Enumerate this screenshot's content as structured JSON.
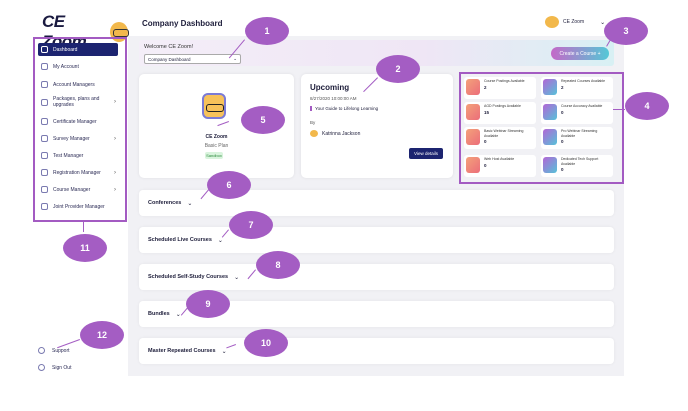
{
  "brand": {
    "name": "CE Zoom"
  },
  "header": {
    "title": "Company Dashboard",
    "user_name": "CE Zoom"
  },
  "sidebar": {
    "items": [
      {
        "label": "Dashboard",
        "active": true,
        "icon": "home-icon",
        "has_submenu": false
      },
      {
        "label": "My Account",
        "active": false,
        "icon": "user-icon",
        "has_submenu": false
      },
      {
        "label": "Account Managers",
        "active": false,
        "icon": "users-icon",
        "has_submenu": false
      },
      {
        "label": "Packages, plans and upgrades",
        "active": false,
        "icon": "package-icon",
        "has_submenu": true
      },
      {
        "label": "Certificate Manager",
        "active": false,
        "icon": "certificate-icon",
        "has_submenu": false
      },
      {
        "label": "Survey Manager",
        "active": false,
        "icon": "survey-icon",
        "has_submenu": true
      },
      {
        "label": "Test Manager",
        "active": false,
        "icon": "test-icon",
        "has_submenu": false
      },
      {
        "label": "Registration Manager",
        "active": false,
        "icon": "registration-icon",
        "has_submenu": true
      },
      {
        "label": "Course Manager",
        "active": false,
        "icon": "course-icon",
        "has_submenu": true
      },
      {
        "label": "Joint Provider Manager",
        "active": false,
        "icon": "partner-icon",
        "has_submenu": false
      }
    ],
    "bottom": [
      {
        "label": "Support",
        "icon": "help-icon"
      },
      {
        "label": "Sign Out",
        "icon": "sign-out-icon"
      }
    ]
  },
  "welcome": {
    "text": "Welcome CE Zoom!",
    "selected_view": "Company Dashboard",
    "create_button": "Create a Course +"
  },
  "plan": {
    "name": "CE Zoom",
    "type": "Basic Plan",
    "badge": "Sandbox"
  },
  "upcoming": {
    "title": "Upcoming",
    "date": "8/27/2020 10:00:00 AM",
    "course": "Your Guide to Lifelong Learning",
    "by_label": "By",
    "host": "Katrinna Jackson",
    "button": "View details"
  },
  "stats": [
    {
      "label": "Course Postings Available",
      "value": "2",
      "color": "orange"
    },
    {
      "label": "Repeated Courses Available",
      "value": "2",
      "color": "purple"
    },
    {
      "label": "AGD Postings Available",
      "value": "15",
      "color": "orange"
    },
    {
      "label": "Course Accuracy Available",
      "value": "0",
      "color": "purple"
    },
    {
      "label": "Basic Webinar Streaming Available",
      "value": "0",
      "color": "orange"
    },
    {
      "label": "Pro Webinar Streaming Available",
      "value": "0",
      "color": "purple"
    },
    {
      "label": "Web Host Available",
      "value": "0",
      "color": "orange"
    },
    {
      "label": "Dedicated Tech Support Available",
      "value": "0",
      "color": "purple"
    }
  ],
  "sections": [
    "Conferences",
    "Scheduled Live Courses",
    "Scheduled Self-Study Courses",
    "Bundles",
    "Master Repeated Courses"
  ],
  "callouts": [
    "1",
    "2",
    "3",
    "4",
    "5",
    "6",
    "7",
    "8",
    "9",
    "10",
    "11",
    "12"
  ],
  "colors": {
    "accent": "#a45dc3",
    "primary": "#1c2470"
  }
}
